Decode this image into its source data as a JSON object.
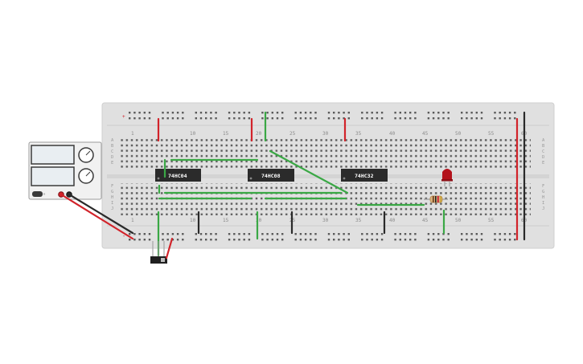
{
  "column_numbers": [
    "1",
    "10",
    "15",
    "20",
    "25",
    "30",
    "35",
    "40",
    "45",
    "50",
    "55",
    "60"
  ],
  "row_letters_top": [
    "A",
    "B",
    "C",
    "D",
    "E"
  ],
  "row_letters_bottom": [
    "F",
    "G",
    "H",
    "I",
    "J"
  ],
  "rail_signs": {
    "top_plus": "+",
    "bottom_minus": "-"
  },
  "chips": [
    "74HC04",
    "74HC08",
    "74HC32"
  ],
  "colors": {
    "board": "#e0e0e0",
    "hole": "#5a5a5a",
    "wire_green": "#3aa845",
    "wire_red": "#d2232a",
    "wire_black": "#2a2a2a",
    "chip_body": "#2b2b2b",
    "led": "#b3121b"
  },
  "components": {
    "power_supply": "bench-power-supply",
    "switch": "slide-switch",
    "resistor": "resistor",
    "led": "red-led"
  }
}
